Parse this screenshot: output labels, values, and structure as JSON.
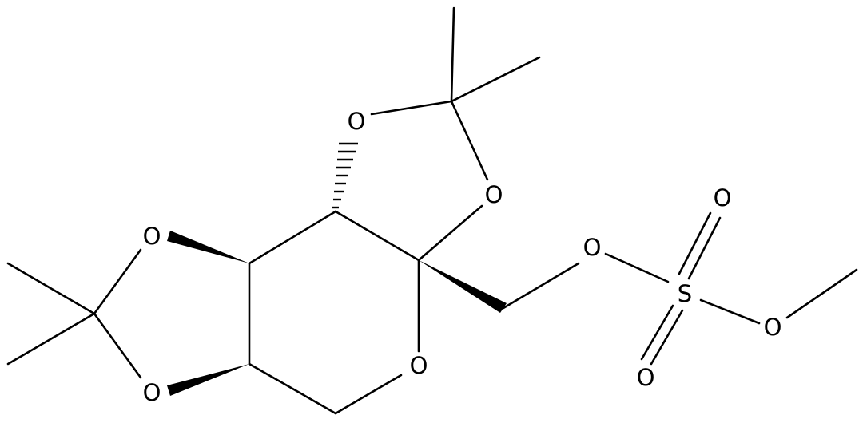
{
  "molecule": {
    "atoms": {
      "o_top_left": "O",
      "o_top_right": "O",
      "o_left_upper": "O",
      "o_left_lower": "O",
      "o_ring": "O",
      "o_ester": "O",
      "s_sulfur": "S",
      "o_sulfonyl_top": "O",
      "o_sulfonyl_bottom": "O",
      "o_methoxy": "O"
    }
  }
}
